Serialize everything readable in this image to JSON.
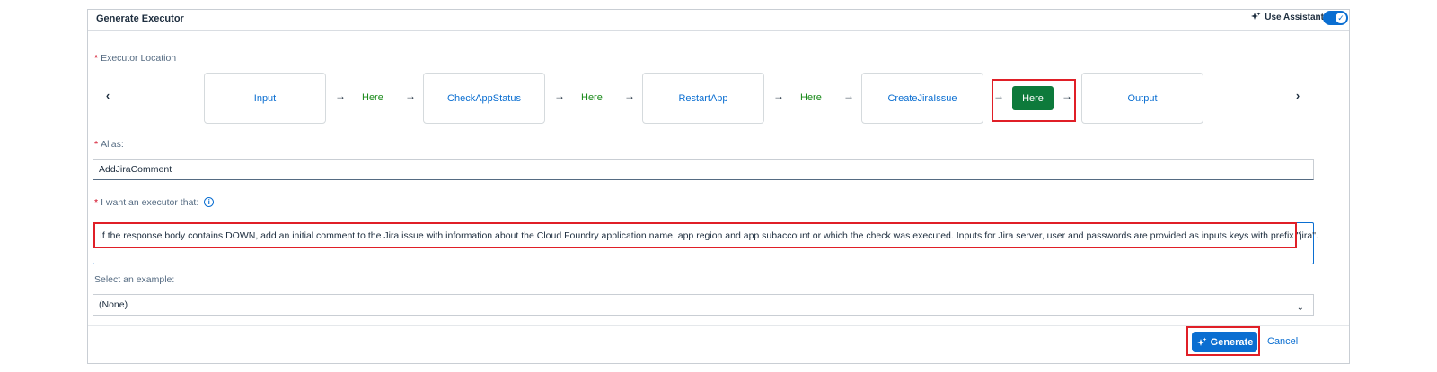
{
  "dialog": {
    "title": "Generate Executor",
    "use_assistant_label": "Use Assistant",
    "use_assistant_on": true
  },
  "executor_location": {
    "label": "Executor Location",
    "steps": [
      "Input",
      "CheckAppStatus",
      "RestartApp",
      "CreateJiraIssue",
      "Output"
    ],
    "insertion_label": "Here",
    "selected_insertion_index": 3
  },
  "alias": {
    "label": "Alias:",
    "value": "AddJiraComment"
  },
  "description": {
    "label": "I want an executor that:",
    "value": "If the response body contains DOWN, add an initial comment to the Jira issue with information about the Cloud Foundry application name, app region and app subaccount or which the check was executed. Inputs for Jira server, user and passwords are provided as inputs keys with prefix \"jira\"."
  },
  "example": {
    "label": "Select an example:",
    "value": "(None)"
  },
  "footer": {
    "generate_label": "Generate",
    "cancel_label": "Cancel"
  },
  "colors": {
    "accent": "#0a6ed1",
    "here_green": "#188918",
    "selected_green": "#0d7a3b",
    "highlight_red": "#e01f27"
  }
}
